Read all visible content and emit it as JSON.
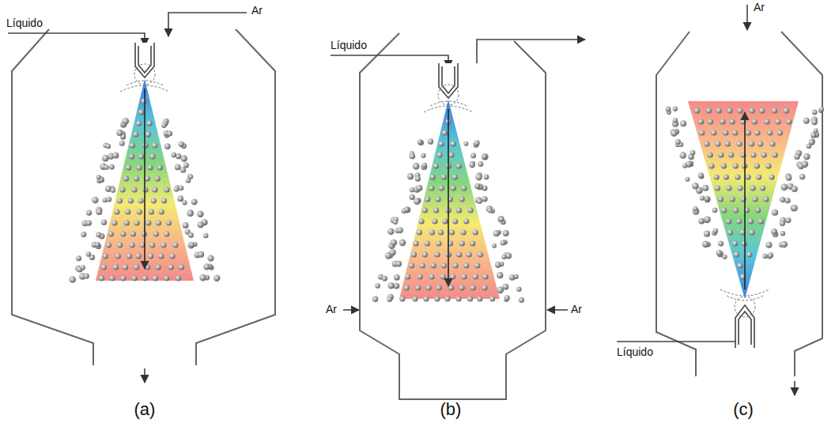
{
  "diagram": {
    "labels": [
      "Líquido",
      "Ar",
      "Líquido",
      "Ar",
      "Ar",
      "Ar",
      "Líquido",
      "(a)",
      "(b)",
      "(c)"
    ]
  }
}
